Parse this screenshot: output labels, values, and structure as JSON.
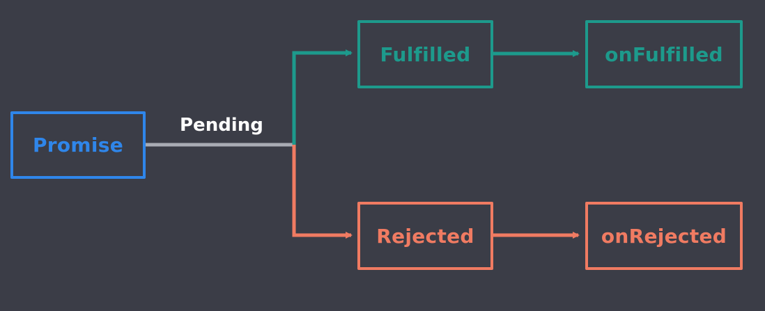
{
  "diagram": {
    "nodes": {
      "promise": {
        "label": "Promise",
        "color": "#2f86ea"
      },
      "fulfilled": {
        "label": "Fulfilled",
        "color": "#1d9a8c"
      },
      "on_fulfilled": {
        "label": "onFulfilled",
        "color": "#1d9a8c"
      },
      "rejected": {
        "label": "Rejected",
        "color": "#f07b62"
      },
      "on_rejected": {
        "label": "onRejected",
        "color": "#f07b62"
      }
    },
    "edges": {
      "pending": {
        "label": "Pending",
        "label_color": "#ffffff",
        "line_color": "#a9acb4"
      }
    },
    "background_color": "#3b3d47"
  }
}
